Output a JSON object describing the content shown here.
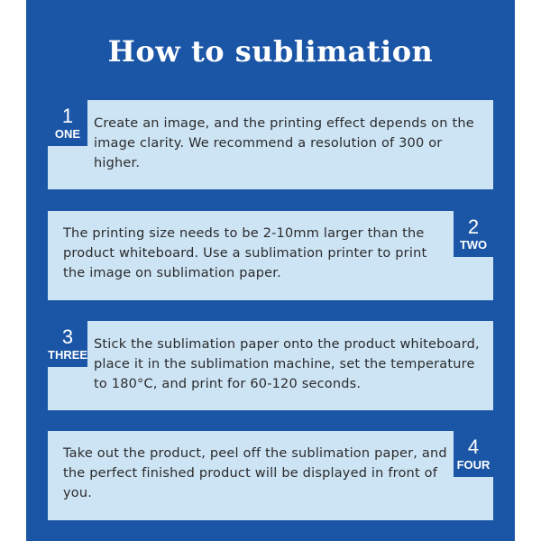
{
  "title": "How to sublimation",
  "steps": [
    {
      "num": "1",
      "word": "ONE",
      "badge_side": "left",
      "text": "Create an image, and the printing effect depends on the image clarity. We recommend a resolution of 300 or higher."
    },
    {
      "num": "2",
      "word": "TWO",
      "badge_side": "right",
      "text": "The printing size needs to be 2-10mm larger than the product whiteboard. Use a sublimation printer to print the image on sublimation paper."
    },
    {
      "num": "3",
      "word": "THREE",
      "badge_side": "left",
      "text": "Stick the sublimation paper onto the product whiteboard, place it in the sublimation machine, set the temperature to 180°C, and print for 60-120 seconds."
    },
    {
      "num": "4",
      "word": "FOUR",
      "badge_side": "right",
      "text": "Take out the product, peel off the sublimation paper, and the perfect finished product will be displayed in front of you."
    }
  ],
  "colors": {
    "panel": "#1b56a6",
    "card": "#cde4f5",
    "badge": "#1b56a6",
    "text": "#2b2b2b"
  }
}
